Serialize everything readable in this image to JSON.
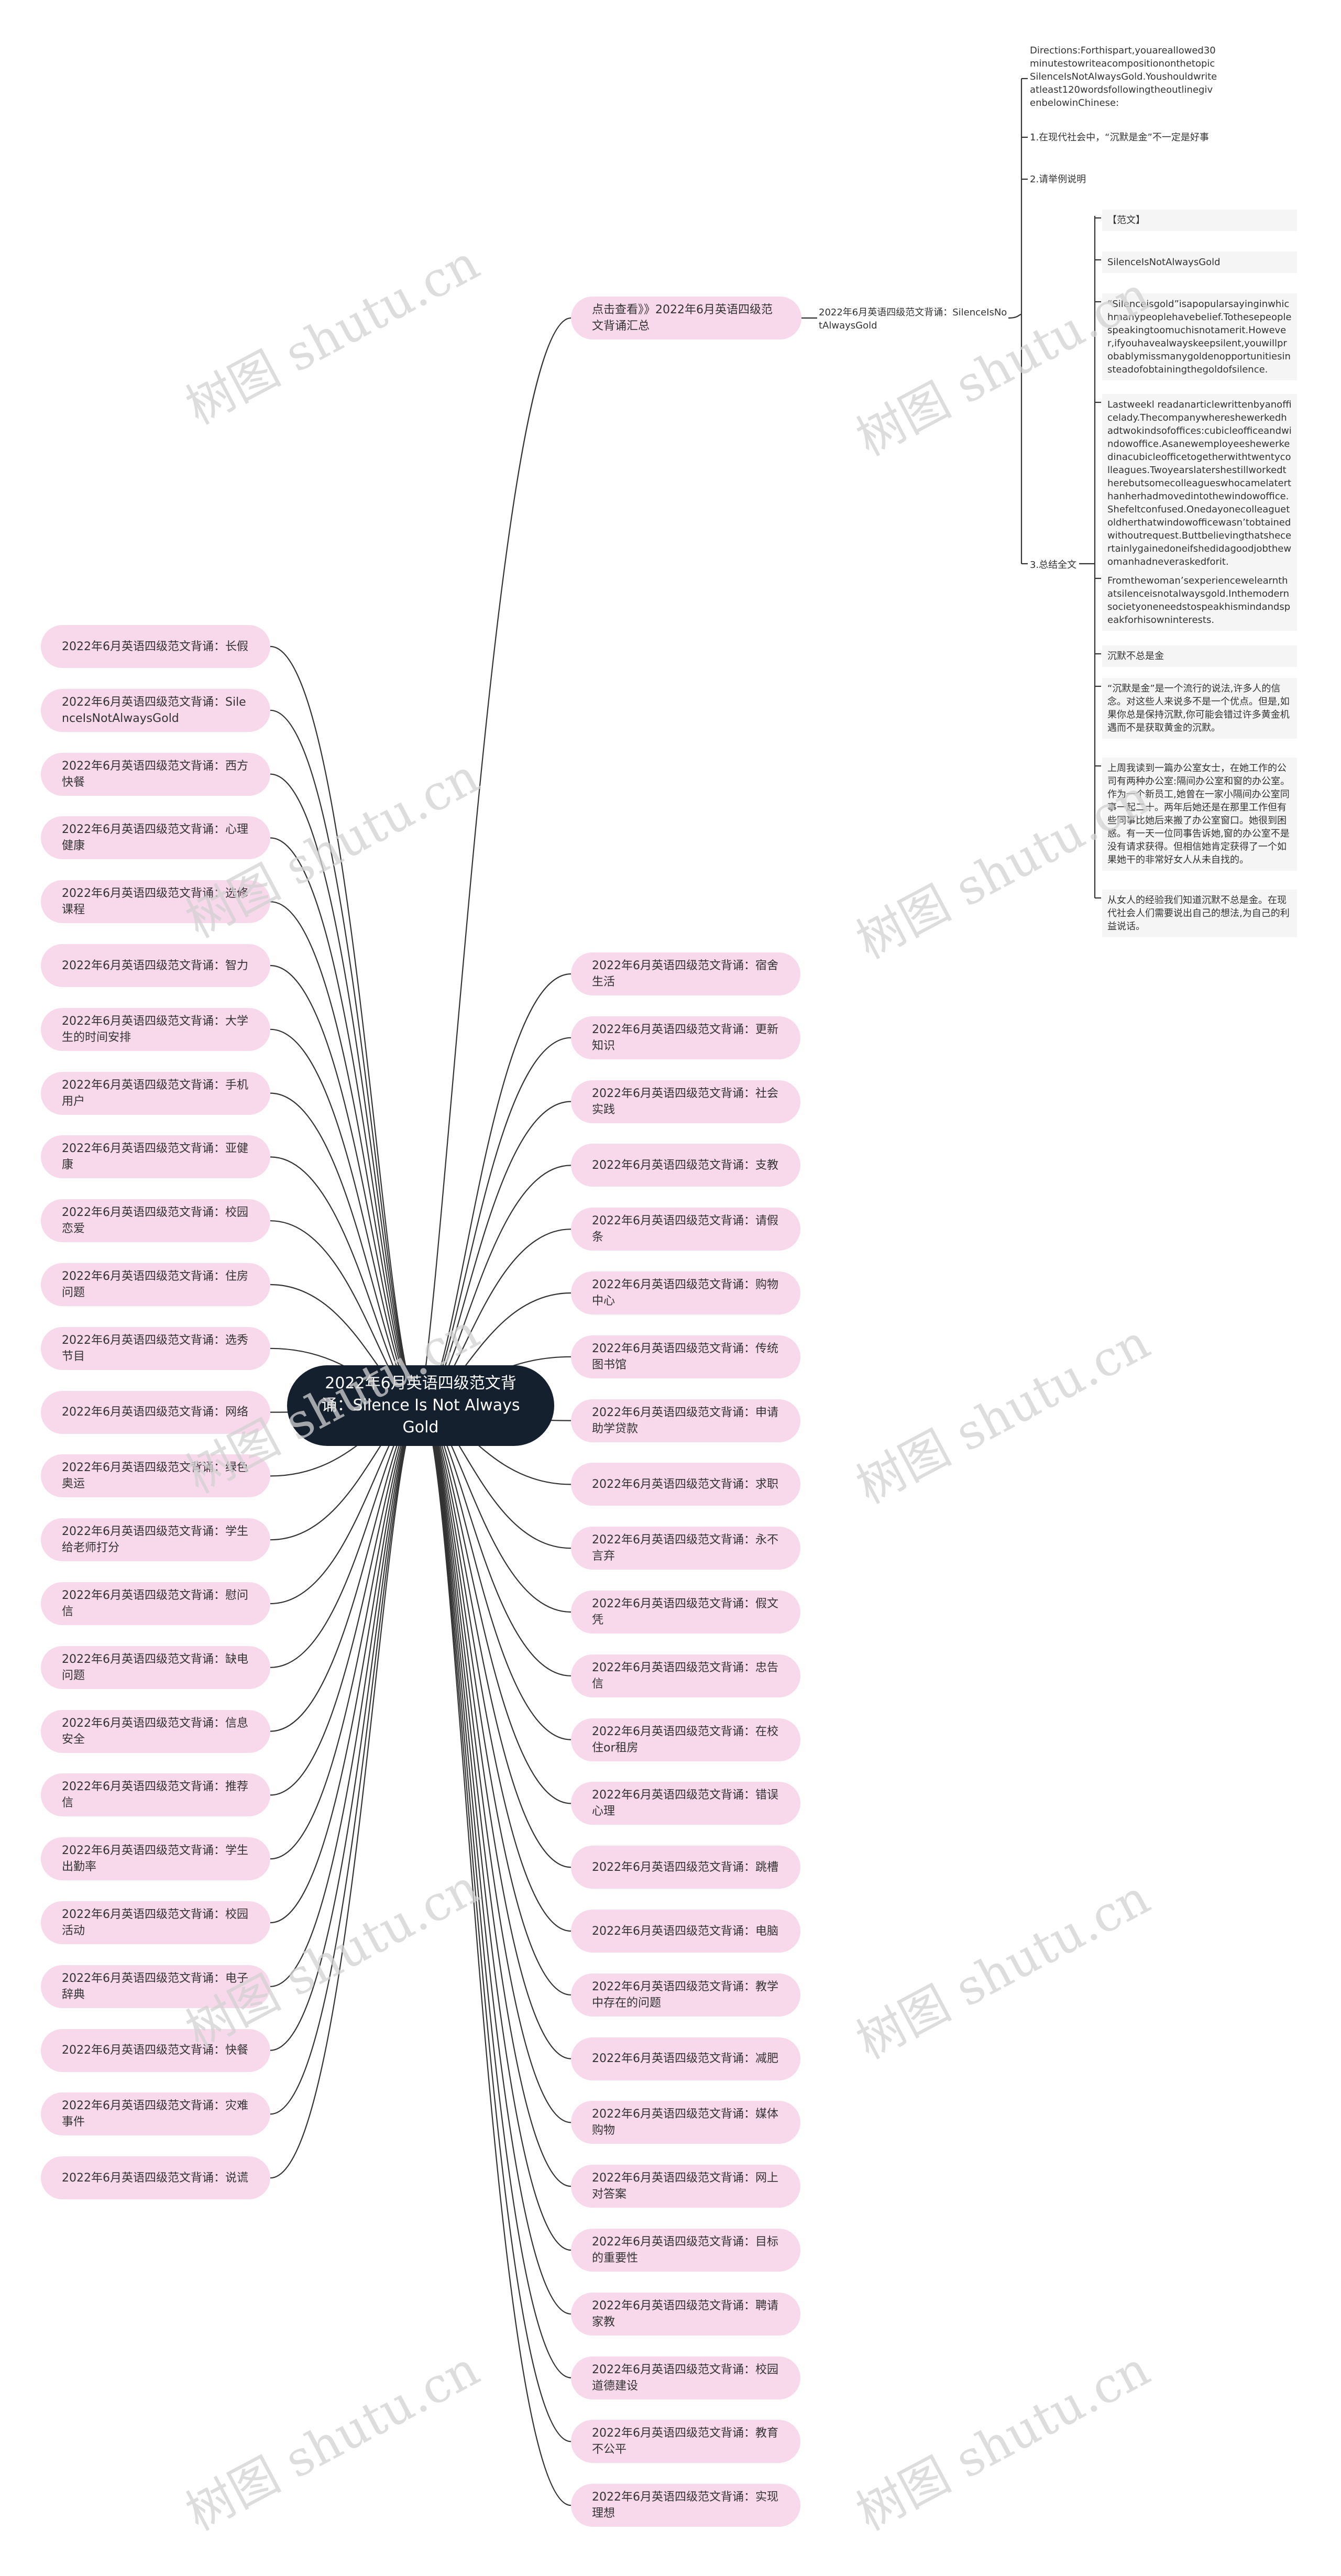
{
  "root": {
    "title": "2022年6月英语四级范文背诵：Silence Is Not Always Gold"
  },
  "summary_branch": {
    "label": "点击查看》》2022年6月英语四级范文背诵汇总",
    "child_label": "2022年6月英语四级范文背诵：SilenceIsNotAlwaysGold",
    "directions": "Directions:Forthispart,youareallowed30minutestowriteacompositiononthetopicSilenceIsNotAlwaysGold.Youshouldwriteatleast120wordsfollowingtheoutlinegivenbelowinChinese:",
    "outline_1": "1.在现代社会中，“沉默是金”不一定是好事",
    "outline_2": "2.请举例说明",
    "outline_3": "3.总结全文",
    "essay": [
      "【范文】",
      "SilenceIsNotAlwaysGold",
      "“Silenceisgold”isapopularsayinginwhichmanypeoplehavebelief.Tothesepeoplespeakingtoomuchisnotamerit.However,ifyouhavealwayskeepsilent,youwillprobablymissmanygoldenopportunitiesinsteadofobtainingthegoldofsilence.",
      "Lastweekl readanarticlewrittenbyanofficelady.Thecompanywhereshewerkedhadtwokindsofoffices:cubicleofficeandwindowoffice.Asanewemployeeshewerkedinacubicleofficetogetherwithtwentycolleagues.Twoyearslatershestillworkedtherebutsomecolleagueswhocamelaterthanherhadmovedintothewindowoffice.Shefeltconfused.Onedayonecolleaguetoldherthatwindowofficewasn’tobtainedwithoutrequest.Buttbelievingthatshecertainlygainedoneifshedidagoodjobthewomanhadneveraskedforit.",
      "Fromthewoman’sexperiencewelearnthatsilenceisnotalwaysgold.Inthemodernsocietyoneneedstospeakhismindandspeakforhisowninterests.",
      "沉默不总是金",
      "“沉默是金”是一个流行的说法,许多人的信念。对这些人来说多不是一个优点。但是,如果你总是保持沉默,你可能会错过许多黄金机遇而不是获取黄金的沉默。",
      "上周我读到一篇办公室女士，在她工作的公司有两种办公室:隔间办公室和窗的办公室。作为一个新员工,她曾在一家小隔间办公室同事一起二十。两年后她还是在那里工作但有些同事比她后来搬了办公室窗口。她很到困惑。有一天一位同事告诉她,窗的办公室不是没有请求获得。但相信她肯定获得了一个如果她干的非常好女人从未自找的。",
      "从女人的经验我们知道沉默不总是金。在现代社会人们需要说出自己的想法,为自己的利益说话。"
    ]
  },
  "left_topics": [
    "2022年6月英语四级范文背诵：长假",
    "2022年6月英语四级范文背诵：SilenceIsNotAlwaysGold",
    "2022年6月英语四级范文背诵：西方快餐",
    "2022年6月英语四级范文背诵：心理健康",
    "2022年6月英语四级范文背诵：选修课程",
    "2022年6月英语四级范文背诵：智力",
    "2022年6月英语四级范文背诵：大学生的时间安排",
    "2022年6月英语四级范文背诵：手机用户",
    "2022年6月英语四级范文背诵：亚健康",
    "2022年6月英语四级范文背诵：校园恋爱",
    "2022年6月英语四级范文背诵：住房问题",
    "2022年6月英语四级范文背诵：选秀节目",
    "2022年6月英语四级范文背诵：网络",
    "2022年6月英语四级范文背诵：绿色奥运",
    "2022年6月英语四级范文背诵：学生给老师打分",
    "2022年6月英语四级范文背诵：慰问信",
    "2022年6月英语四级范文背诵：缺电问题",
    "2022年6月英语四级范文背诵：信息安全",
    "2022年6月英语四级范文背诵：推荐信",
    "2022年6月英语四级范文背诵：学生出勤率",
    "2022年6月英语四级范文背诵：校园活动",
    "2022年6月英语四级范文背诵：电子辞典",
    "2022年6月英语四级范文背诵：快餐",
    "2022年6月英语四级范文背诵：灾难事件",
    "2022年6月英语四级范文背诵：说谎"
  ],
  "right_topics": [
    "2022年6月英语四级范文背诵：宿舍生活",
    "2022年6月英语四级范文背诵：更新知识",
    "2022年6月英语四级范文背诵：社会实践",
    "2022年6月英语四级范文背诵：支教",
    "2022年6月英语四级范文背诵：请假条",
    "2022年6月英语四级范文背诵：购物中心",
    "2022年6月英语四级范文背诵：传统图书馆",
    "2022年6月英语四级范文背诵：申请助学贷款",
    "2022年6月英语四级范文背诵：求职",
    "2022年6月英语四级范文背诵：永不言弃",
    "2022年6月英语四级范文背诵：假文凭",
    "2022年6月英语四级范文背诵：忠告信",
    "2022年6月英语四级范文背诵：在校住or租房",
    "2022年6月英语四级范文背诵：错误心理",
    "2022年6月英语四级范文背诵：跳槽",
    "2022年6月英语四级范文背诵：电脑",
    "2022年6月英语四级范文背诵：教学中存在的问题",
    "2022年6月英语四级范文背诵：减肥",
    "2022年6月英语四级范文背诵：媒体购物",
    "2022年6月英语四级范文背诵：网上对答案",
    "2022年6月英语四级范文背诵：目标的重要性",
    "2022年6月英语四级范文背诵：聘请家教",
    "2022年6月英语四级范文背诵：校园道德建设",
    "2022年6月英语四级范文背诵：教育不公平",
    "2022年6月英语四级范文背诵：实现理想"
  ],
  "watermark": "树图 shutu.cn",
  "colors": {
    "root_fill": "#15202f",
    "topic_fill": "#f8d9ec",
    "note_fill": "#f5f5f5",
    "line": "#333333"
  }
}
